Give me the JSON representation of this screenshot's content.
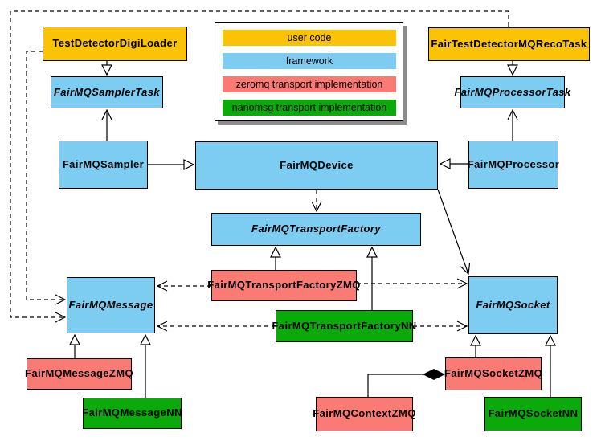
{
  "diagram": {
    "kind": "uml-class-diagram",
    "background": "#FFFFFF"
  },
  "colors": {
    "user_code": "#FAC306",
    "framework": "#7CCDF1",
    "zeromq": "#F97B73",
    "nanomsg": "#09AA09",
    "border": "#000000",
    "legend_shadow": "#8C8C8C"
  },
  "legend": {
    "items": [
      {
        "label": "user code",
        "color": "#FAC306"
      },
      {
        "label": "framework",
        "color": "#7CCDF1"
      },
      {
        "label": "zeromq transport implementation",
        "color": "#F97B73"
      },
      {
        "label": "nanomsg transport implementation",
        "color": "#09AA09"
      }
    ]
  },
  "nodes": [
    {
      "label": "TestDetectorDigiLoader",
      "category": "user_code",
      "abstract": false
    },
    {
      "label": "FairTestDetectorMQRecoTask",
      "category": "user_code",
      "abstract": false
    },
    {
      "label": "FairMQSamplerTask",
      "category": "framework",
      "abstract": true
    },
    {
      "label": "FairMQProcessorTask",
      "category": "framework",
      "abstract": true
    },
    {
      "label": "FairMQSampler",
      "category": "framework",
      "abstract": false
    },
    {
      "label": "FairMQDevice",
      "category": "framework",
      "abstract": false
    },
    {
      "label": "FairMQProcessor",
      "category": "framework",
      "abstract": false
    },
    {
      "label": "FairMQTransportFactory",
      "category": "framework",
      "abstract": true
    },
    {
      "label": "FairMQTransportFactoryZMQ",
      "category": "zeromq",
      "abstract": false
    },
    {
      "label": "FairMQTransportFactoryNN",
      "category": "nanomsg",
      "abstract": false
    },
    {
      "label": "FairMQMessage",
      "category": "framework",
      "abstract": true
    },
    {
      "label": "FairMQSocket",
      "category": "framework",
      "abstract": true
    },
    {
      "label": "FairMQMessageZMQ",
      "category": "zeromq",
      "abstract": false
    },
    {
      "label": "FairMQMessageNN",
      "category": "nanomsg",
      "abstract": false
    },
    {
      "label": "FairMQSocketZMQ",
      "category": "zeromq",
      "abstract": false
    },
    {
      "label": "FairMQSocketNN",
      "category": "nanomsg",
      "abstract": false
    },
    {
      "label": "FairMQContextZMQ",
      "category": "zeromq",
      "abstract": false
    }
  ],
  "relationships": [
    {
      "from": "TestDetectorDigiLoader",
      "to": "FairMQSamplerTask",
      "type": "inheritance"
    },
    {
      "from": "FairTestDetectorMQRecoTask",
      "to": "FairMQProcessorTask",
      "type": "inheritance"
    },
    {
      "from": "FairMQSampler",
      "to": "FairMQSamplerTask",
      "type": "inheritance"
    },
    {
      "from": "FairMQProcessor",
      "to": "FairMQProcessorTask",
      "type": "inheritance"
    },
    {
      "from": "FairMQSampler",
      "to": "FairMQDevice",
      "type": "inheritance"
    },
    {
      "from": "FairMQProcessor",
      "to": "FairMQDevice",
      "type": "inheritance"
    },
    {
      "from": "FairMQDevice",
      "to": "FairMQTransportFactory",
      "type": "dependency"
    },
    {
      "from": "FairMQDevice",
      "to": "FairMQSocket",
      "type": "association"
    },
    {
      "from": "TestDetectorDigiLoader",
      "to": "FairMQMessage",
      "type": "dependency"
    },
    {
      "from": "FairTestDetectorMQRecoTask",
      "to": "FairMQMessage",
      "type": "dependency"
    },
    {
      "from": "FairMQTransportFactoryZMQ",
      "to": "FairMQTransportFactory",
      "type": "inheritance"
    },
    {
      "from": "FairMQTransportFactoryNN",
      "to": "FairMQTransportFactory",
      "type": "inheritance"
    },
    {
      "from": "FairMQTransportFactoryZMQ",
      "to": "FairMQMessage",
      "type": "dependency"
    },
    {
      "from": "FairMQTransportFactoryZMQ",
      "to": "FairMQSocket",
      "type": "dependency"
    },
    {
      "from": "FairMQTransportFactoryNN",
      "to": "FairMQMessage",
      "type": "dependency"
    },
    {
      "from": "FairMQTransportFactoryNN",
      "to": "FairMQSocket",
      "type": "dependency"
    },
    {
      "from": "FairMQMessageZMQ",
      "to": "FairMQMessage",
      "type": "inheritance"
    },
    {
      "from": "FairMQMessageNN",
      "to": "FairMQMessage",
      "type": "inheritance"
    },
    {
      "from": "FairMQSocketZMQ",
      "to": "FairMQSocket",
      "type": "inheritance"
    },
    {
      "from": "FairMQSocketNN",
      "to": "FairMQSocket",
      "type": "inheritance"
    },
    {
      "from": "FairMQContextZMQ",
      "to": "FairMQSocketZMQ",
      "type": "composition"
    }
  ]
}
